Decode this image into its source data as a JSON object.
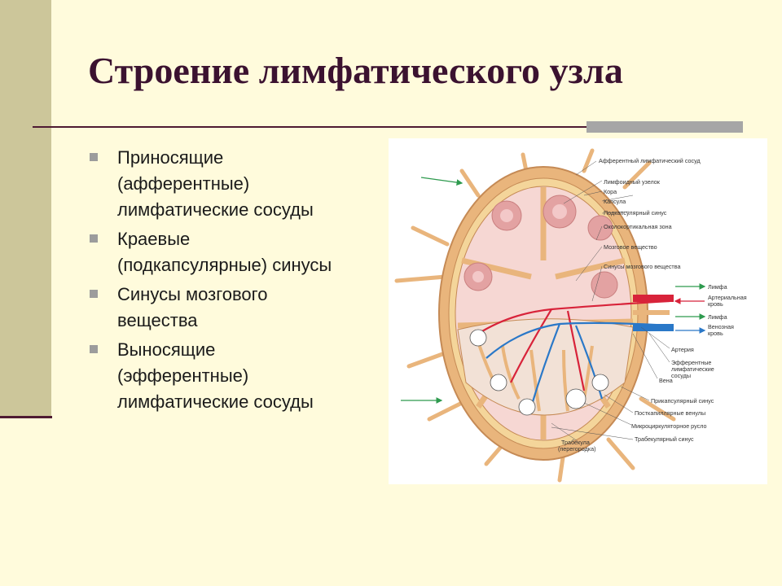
{
  "slide": {
    "title": "Строение лимфатического узла",
    "bullets": [
      {
        "text": "Приносящие\n(афферентные)\nлимфатические сосуды"
      },
      {
        "text": "Краевые\n(подкапсулярные) синусы"
      },
      {
        "text": "Синусы мозгового\nвещества"
      },
      {
        "text": "Выносящие\n(эфферентные)\nлимфатические сосуды"
      }
    ]
  },
  "figure": {
    "labels": {
      "afferent": "Афферентный лимфатический сосуд",
      "nodule": "Лимфоидный узелок",
      "cortex": "Кора",
      "capsule": "Капсула",
      "subcapsular": "Подкапсулярный синус",
      "paracortex": "Околокортикальная зона",
      "medulla": "Мозговое вещество",
      "medullary_sinuses": "Синусы мозгового вещества",
      "lymph_out": "Лимфа",
      "arterial_blood_1": "Артериальная",
      "arterial_blood_2": "кровь",
      "lymph_in": "Лимфа",
      "venous_blood_1": "Венозная",
      "venous_blood_2": "кровь",
      "artery": "Артерия",
      "efferent_1": "Эфферентные",
      "efferent_2": "лимфатические",
      "efferent_3": "сосуды",
      "vein": "Вена",
      "trabecular_sinus_a": "Прикапсулярный синус",
      "postcapillary": "Посткапиллярные венулы",
      "microcirc": "Микроциркуляторное русло",
      "trabecular_sinus": "Трабекулярный синус",
      "trabecula_1": "Трабекула",
      "trabecula_2": "(перегородка)"
    },
    "colors": {
      "lymph_arrow": "#2E9A4E",
      "artery": "#D8233A",
      "vein": "#2A78C8",
      "capsule": "#E9B57C",
      "cortex": "#F6D7D3",
      "nodule": "#E3A2A2"
    }
  }
}
